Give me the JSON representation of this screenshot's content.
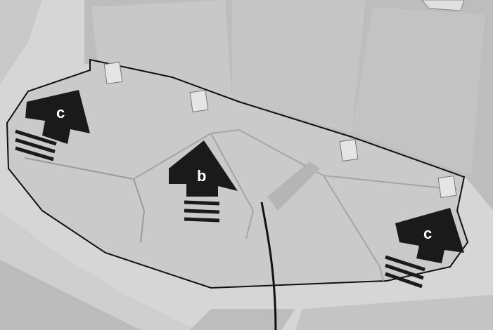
{
  "figure": {
    "background_color": "#d9d9d9",
    "seat_color": "#c8c8c8",
    "backrest_color": "#bdbdbd",
    "arrow_color": "#1a1a1a",
    "outline_color": "#111111"
  },
  "labels": {
    "left_arrow": "c",
    "center_arrow": "b",
    "right_arrow": "c"
  }
}
